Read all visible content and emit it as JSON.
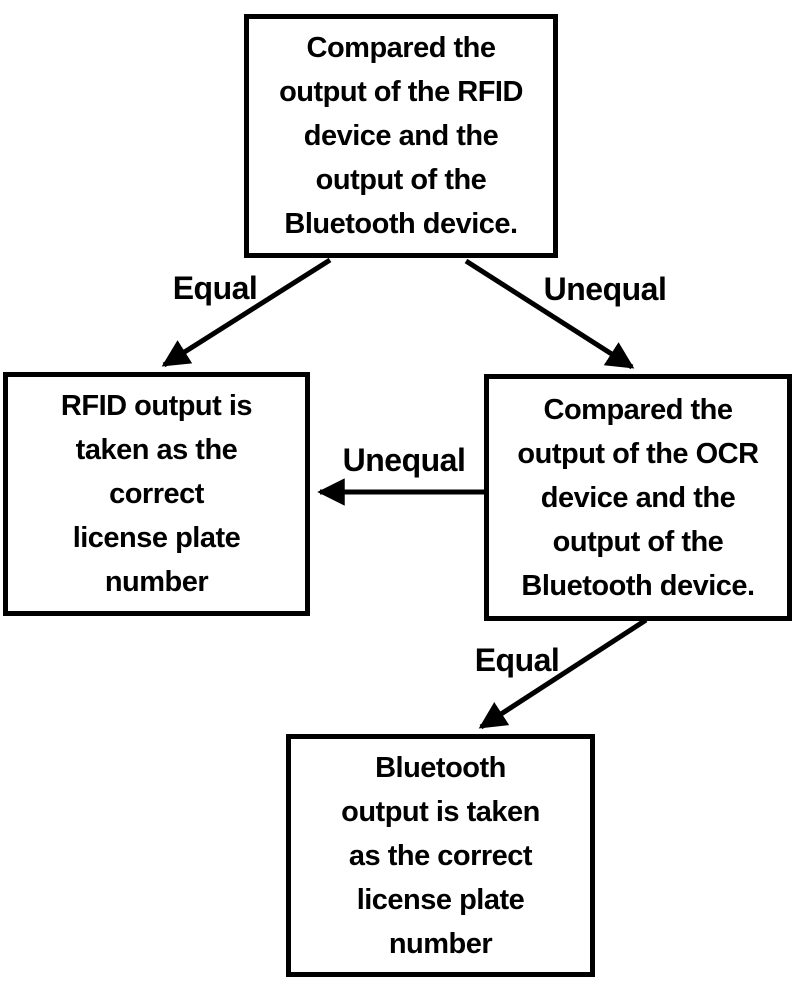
{
  "diagram": {
    "type": "flowchart",
    "colors": {
      "background": "#ffffff",
      "stroke": "#000000",
      "text": "#000000"
    },
    "nodes": [
      {
        "id": "compare-rfid-bluetooth",
        "text": "Compared the\noutput of the RFID\ndevice and the\noutput of the\nBluetooth device."
      },
      {
        "id": "rfid-output-correct",
        "text": "RFID output is\ntaken as the\ncorrect\nlicense plate\nnumber"
      },
      {
        "id": "compare-ocr-bluetooth",
        "text": "Compared the\noutput of the OCR\ndevice and the\noutput of the\nBluetooth device."
      },
      {
        "id": "bluetooth-output-correct",
        "text": "Bluetooth\noutput is taken\nas the correct\nlicense plate\nnumber"
      }
    ],
    "edges": [
      {
        "label": "Equal",
        "from": "compare-rfid-bluetooth",
        "to": "rfid-output-correct"
      },
      {
        "label": "Unequal",
        "from": "compare-rfid-bluetooth",
        "to": "compare-ocr-bluetooth"
      },
      {
        "label": "Unequal",
        "from": "compare-ocr-bluetooth",
        "to": "rfid-output-correct"
      },
      {
        "label": "Equal",
        "from": "compare-ocr-bluetooth",
        "to": "bluetooth-output-correct"
      }
    ]
  }
}
